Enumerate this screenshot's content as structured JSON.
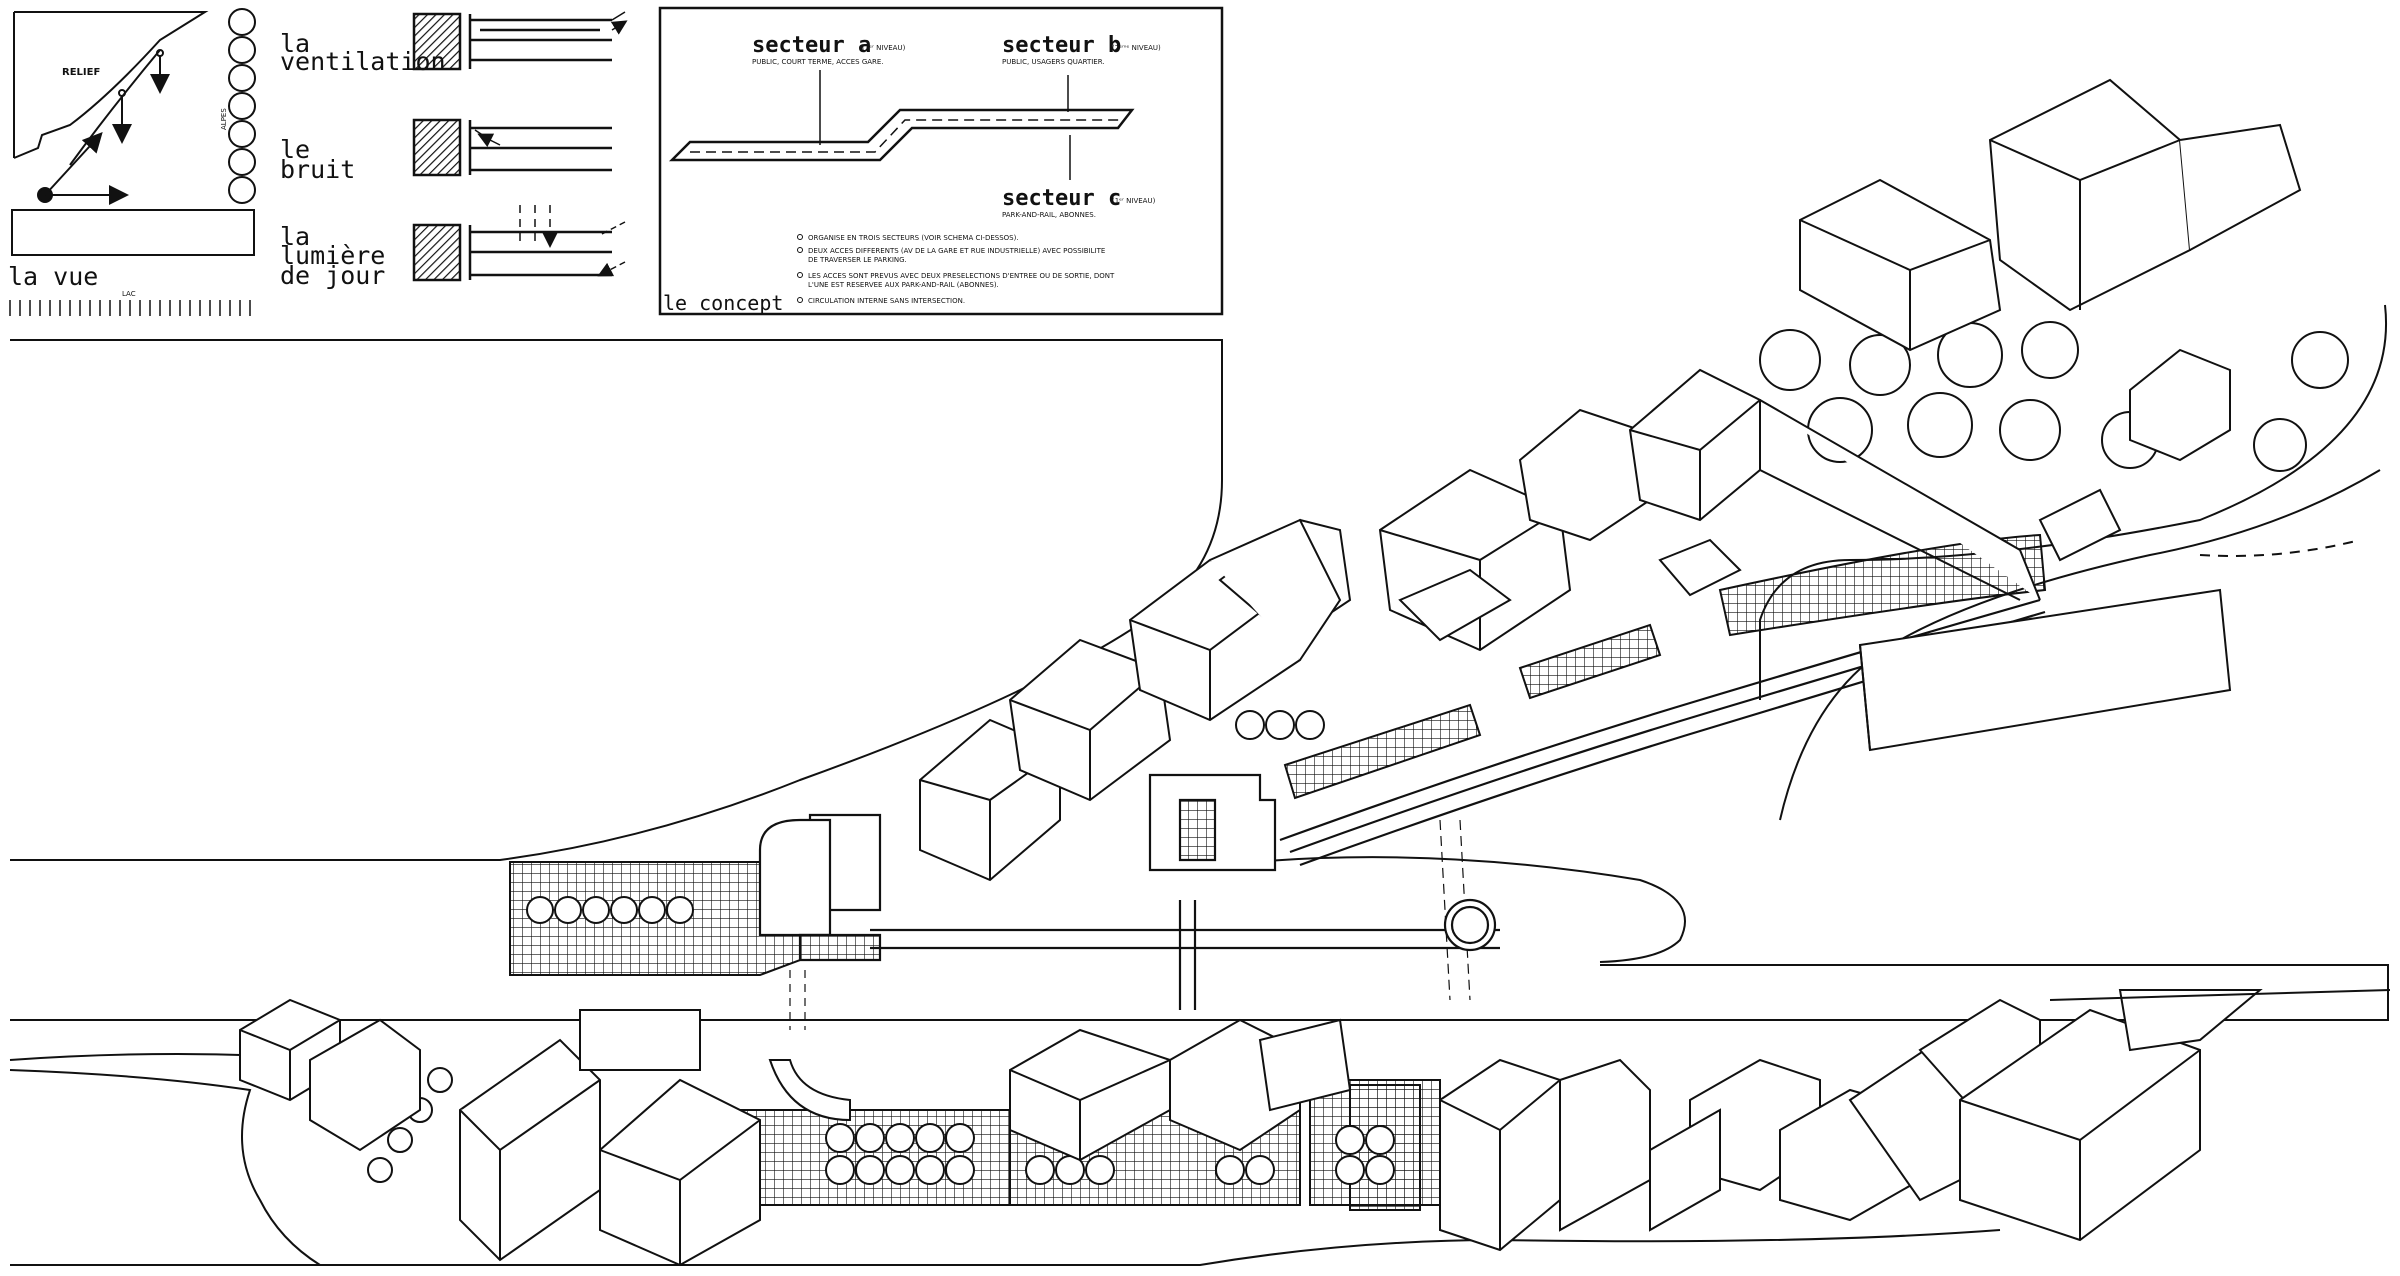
{
  "legend": {
    "relief_label": "RELIEF",
    "alpes_label": "ALPES",
    "lac_label": "LAC",
    "la_vue": "la vue",
    "ventilation": [
      "la",
      "ventilation"
    ],
    "bruit": [
      "le",
      "bruit"
    ],
    "lumiere": [
      "la",
      "lumière",
      "de jour"
    ]
  },
  "concept": {
    "title": "le concept",
    "sector_a": {
      "name": "secteur a",
      "level": "(1ᵉʳ NIVEAU)",
      "desc": "PUBLIC, COURT TERME, ACCES GARE."
    },
    "sector_b": {
      "name": "secteur b",
      "level": "(2ᵉᵐᵉ NIVEAU)",
      "desc": "PUBLIC, USAGERS QUARTIER."
    },
    "sector_c": {
      "name": "secteur c",
      "level": "(1ᵉʳ NIVEAU)",
      "desc": "PARK-AND-RAIL, ABONNES."
    },
    "notes": [
      [
        "ORGANISE EN TROIS SECTEURS (VOIR SCHEMA CI-DESSOS)."
      ],
      [
        "DEUX ACCES DIFFERENTS (AV DE LA GARE ET RUE INDUSTRIELLE) AVEC POSSIBILITE",
        "DE TRAVERSER LE PARKING."
      ],
      [
        "LES ACCES SONT PREVUS AVEC DEUX PRESELECTIONS D'ENTREE OU DE SORTIE, DONT",
        "L'UNE EST RESERVEE AUX PARK-AND-RAIL (ABONNES)."
      ],
      [
        "CIRCULATION INTERNE SANS INTERSECTION."
      ]
    ]
  },
  "colors": {
    "ink": "#111111",
    "paper": "#ffffff"
  },
  "icons": [
    "arrow-icon",
    "hatch-block-icon",
    "tree-circle-icon"
  ]
}
